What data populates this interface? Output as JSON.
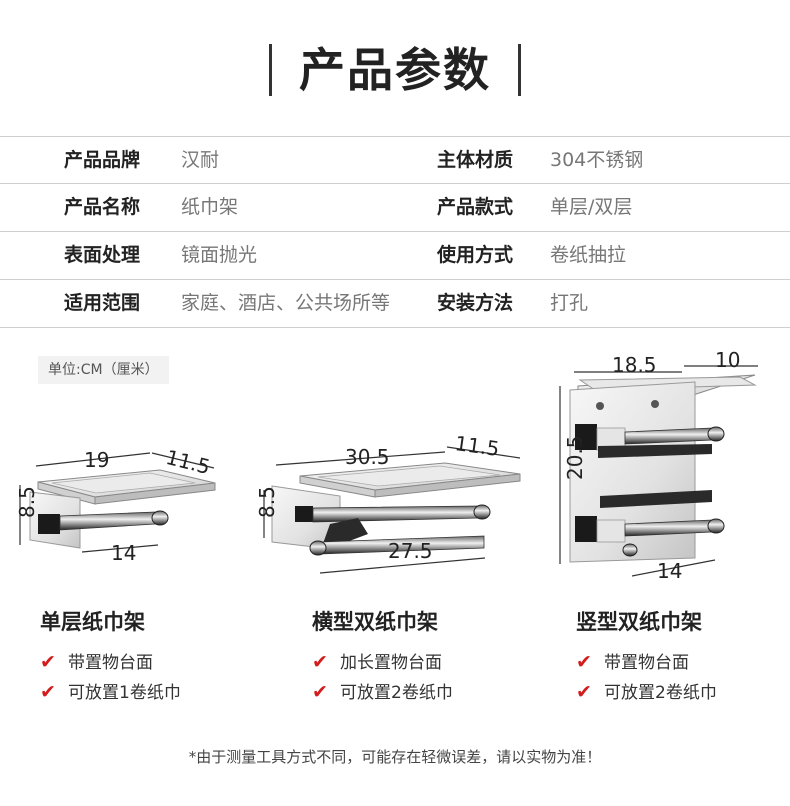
{
  "title": "产品参数",
  "params": [
    {
      "k1": "产品品牌",
      "v1": "汉耐",
      "k2": "主体材质",
      "v2": "304不锈钢"
    },
    {
      "k1": "产品名称",
      "v1": "纸巾架",
      "k2": "产品款式",
      "v2": "单层/双层"
    },
    {
      "k1": "表面处理",
      "v1": "镜面抛光",
      "k2": "使用方式",
      "v2": "卷纸抽拉"
    },
    {
      "k1": "适用范围",
      "v1": "家庭、酒店、公共场所等",
      "k2": "安装方法",
      "v2": "打孔"
    }
  ],
  "unit": "单位:CM（厘米）",
  "dims": {
    "p1": {
      "w": "19",
      "d": "11.5",
      "h": "8.5",
      "l": "14"
    },
    "p2": {
      "w": "30.5",
      "d": "11.5",
      "h": "8.5",
      "l": "27.5"
    },
    "p3": {
      "w": "18.5",
      "d": "10",
      "h": "20.5",
      "l": "14"
    }
  },
  "products": [
    {
      "name": "单层纸巾架",
      "features": [
        "带置物台面",
        "可放置1卷纸巾"
      ]
    },
    {
      "name": "横型双纸巾架",
      "features": [
        "加长置物台面",
        "可放置2卷纸巾"
      ]
    },
    {
      "name": "竖型双纸巾架",
      "features": [
        "带置物台面",
        "可放置2卷纸巾"
      ]
    }
  ],
  "check_icon": "check-mark-icon",
  "check_color": "#d31c1c",
  "note": "*由于测量工具方式不同，可能存在轻微误差，请以实物为准！"
}
